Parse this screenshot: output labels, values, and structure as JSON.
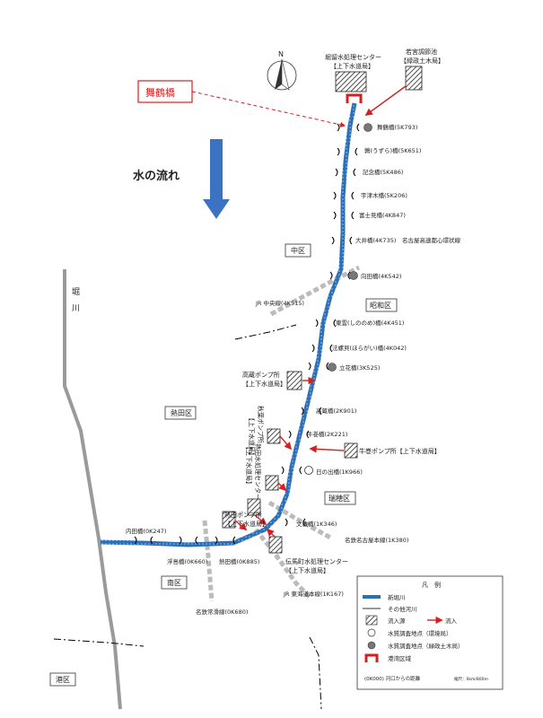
{
  "title": "舞鶴橋",
  "flow_label": "水の流れ",
  "north_label": "N",
  "colors": {
    "river_main": "#2a6fb8",
    "river_other": "#999999",
    "accent": "#d42020",
    "flow_arrow": "#3b73c2"
  },
  "facilities": {
    "horitome": [
      "堀留水処理センター",
      "【上下水道局】"
    ],
    "wakamiya": [
      "若宮調節池",
      "【緑政土木局】"
    ],
    "takakura": [
      "高蔵ポンプ所",
      "【上下水道局】"
    ],
    "akiba": [
      "秋葉ポンプ所",
      "【上下水道局】"
    ],
    "ushimaki": "牛巻ポンプ所【上下水道局】",
    "atsuta_center": [
      "熱田水処理センター",
      "【上下水道局】"
    ],
    "atsuta_pump": [
      "熱田ポンプ所",
      "【上下水道局】"
    ],
    "denmacho": [
      "伝馬町水処理センター",
      "【上下水道局】"
    ]
  },
  "bridges": {
    "maizuru": "舞鶴橋(5K793)",
    "uzura": "鶉(うずら)橋(5K651)",
    "kinen": "記念橋(5K486)",
    "utsu": "宇津木橋(5K206)",
    "fujimi": "富士見橋(4K847)",
    "oi": "大井橋(4K735)",
    "expressway": "名古屋高速都心環状線",
    "mukaida": "向田橋(4K542)",
    "shinonome": "東雲(しののめ)橋(4K451)",
    "horagai": "法螺貝(ほらがい)橋(4K042)",
    "tachibana": "立花橋(3K525)",
    "takakura_br": "高蔵橋(2K901)",
    "ushimaki_br": "牛巻橋(2K221)",
    "hinode": "日の出橋(1K966)",
    "bunkyo": "文教橋(1K346)",
    "uchida": "内田橋(0K247)",
    "hamajima": "浮島橋(0K660)",
    "atsuta_br": "熱田橋(0K885)"
  },
  "rails": {
    "jr_chuo": "JR 中央線(4K515)",
    "meitetsu": "名鉄名古屋本線(1K380)",
    "jr_tokaido": "JR 東海道本線(1K167)",
    "meitetsu_tokoname": "名鉄常滑線(0K680)"
  },
  "wards": {
    "naka": "中区",
    "showa": "昭和区",
    "atsuta": "熱田区",
    "mizuho": "瑞穂区",
    "minami": "南区",
    "minato": "港区"
  },
  "horikawa": [
    "堀",
    "川"
  ],
  "legend": {
    "title": "凡　例",
    "items": [
      "新堀川",
      "その他河川",
      "流入源",
      "流入",
      "水質調査地点（環境局）",
      "水質調査地点（緑政土木局）",
      "港湾区域"
    ],
    "note": "(0K000) 河口からの距離",
    "scale": "縮尺：0km/800m"
  }
}
